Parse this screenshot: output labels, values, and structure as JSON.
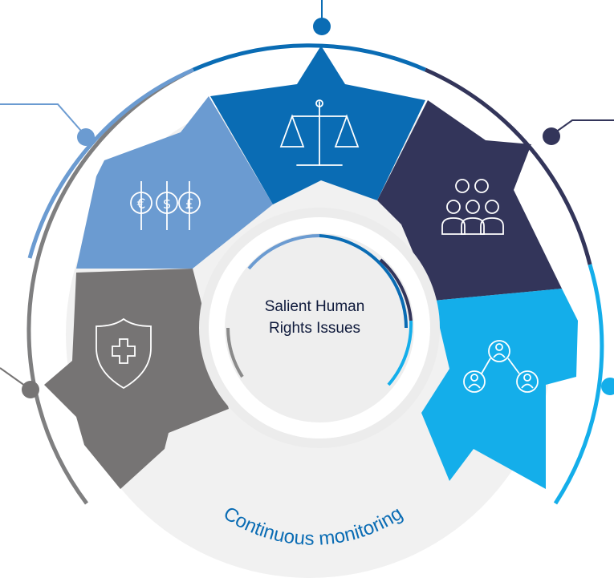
{
  "center": {
    "line1": "Salient Human",
    "line2": "Rights Issues"
  },
  "base_label": "Continuous monitoring",
  "segments": [
    {
      "id": "currency",
      "icon": "currency-icon",
      "symbols": [
        "€",
        "$",
        "£"
      ],
      "color": "#6b9bd1"
    },
    {
      "id": "justice",
      "icon": "scales-icon",
      "color": "#0a6cb4"
    },
    {
      "id": "community",
      "icon": "group-icon",
      "color": "#33355a"
    },
    {
      "id": "network",
      "icon": "network-people-icon",
      "color": "#14aeea"
    },
    {
      "id": "health",
      "icon": "health-shield-icon",
      "color": "#767474"
    }
  ],
  "colors": {
    "base": "#f1f1f1",
    "hub_ring": "#e4e4e4",
    "label": "#0a6cb4",
    "title": "#0f1a3c"
  }
}
